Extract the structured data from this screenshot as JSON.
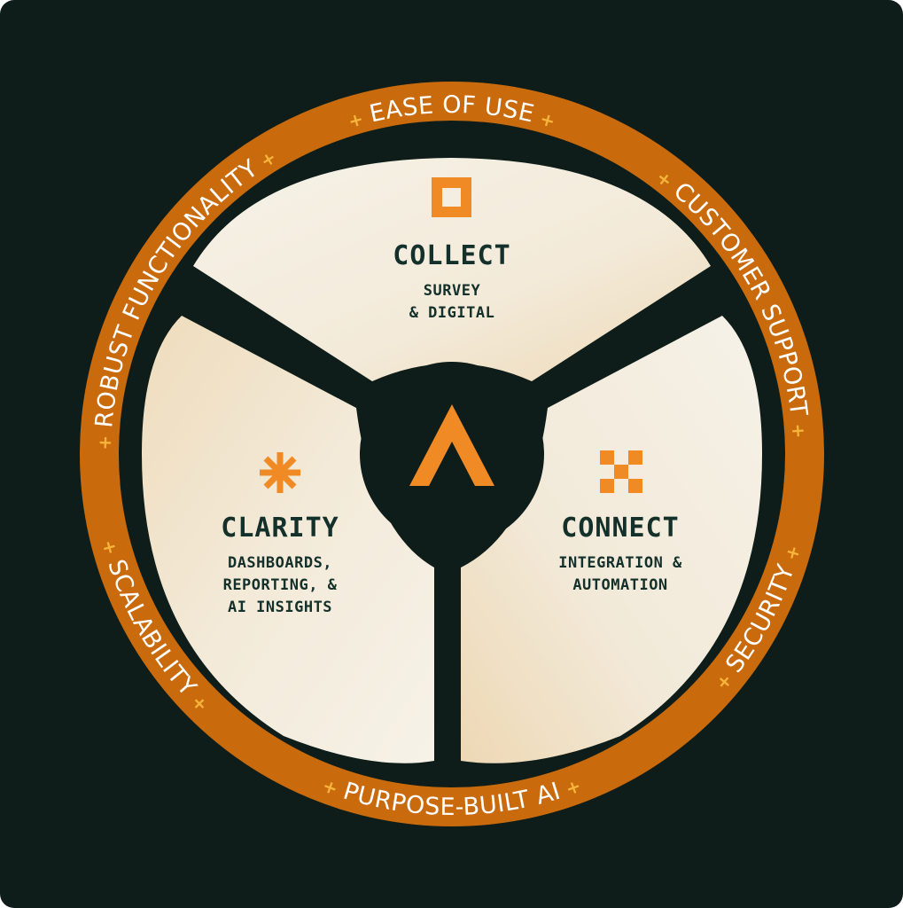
{
  "colors": {
    "background": "#0e1d19",
    "ring": "#c96a0c",
    "accent": "#f08a24",
    "segment_fill": "#f3ecdf",
    "text_dark": "#14302a",
    "ring_text": "#ffffff",
    "plus": "#f5b53b"
  },
  "ring": {
    "labels": [
      "EASE OF USE",
      "CUSTOMER SUPPORT",
      "SECURITY",
      "PURPOSE-BUILT AI",
      "SCALABILITY",
      "ROBUST FUNCTIONALITY"
    ],
    "separator": "+"
  },
  "segments": {
    "collect": {
      "title": "COLLECT",
      "sub1": "SURVEY",
      "sub2": "& DIGITAL",
      "icon": "square-outline-icon"
    },
    "connect": {
      "title": "CONNECT",
      "sub1": "INTEGRATION &",
      "sub2": "AUTOMATION",
      "icon": "checker-icon"
    },
    "clarity": {
      "title": "CLARITY",
      "sub1": "DASHBOARDS,",
      "sub2": "REPORTING, &",
      "sub3": "AI INSIGHTS",
      "icon": "asterisk-icon"
    }
  },
  "hub": {
    "icon": "chevron-up-logo-icon"
  }
}
